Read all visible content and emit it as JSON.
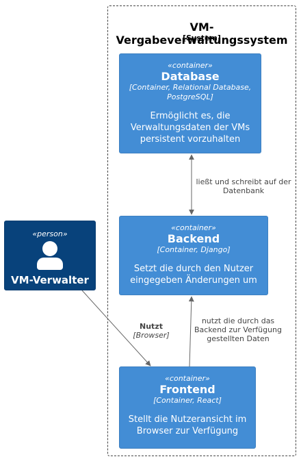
{
  "system": {
    "title": "VM-Vergabeverwaltungssystem",
    "subtitle": "[System]"
  },
  "person": {
    "stereotype": "«person»",
    "name": "VM-Verwalter",
    "icon": "person-icon"
  },
  "database": {
    "stereotype": "«container»",
    "name": "Database",
    "tech_line1": "[Container, Relational Database,",
    "tech_line2": "PostgreSQL]",
    "desc_line1": "Ermöglicht es, die",
    "desc_line2": "Verwaltungsdaten der VMs",
    "desc_line3": "persistent vorzuhalten"
  },
  "backend": {
    "stereotype": "«container»",
    "name": "Backend",
    "tech": "[Container, Django]",
    "desc_line1": "Setzt die durch den Nutzer",
    "desc_line2": "eingegeben Änderungen um"
  },
  "frontend": {
    "stereotype": "«container»",
    "name": "Frontend",
    "tech": "[Container, React]",
    "desc_line1": "Stellt die Nutzeransicht im",
    "desc_line2": "Browser zur Verfügung"
  },
  "relations": {
    "db_backend": {
      "line1": "ließt und schreibt auf der",
      "line2": "Datenbank"
    },
    "person_frontend": {
      "label": "Nutzt",
      "tech": "[Browser]"
    },
    "frontend_backend": {
      "line1": "nutzt die durch das",
      "line2": "Backend zur Verfügung",
      "line3": "gestellten Daten"
    }
  },
  "colors": {
    "container": "#438dd5",
    "person": "#08427b",
    "edge": "#666666"
  }
}
